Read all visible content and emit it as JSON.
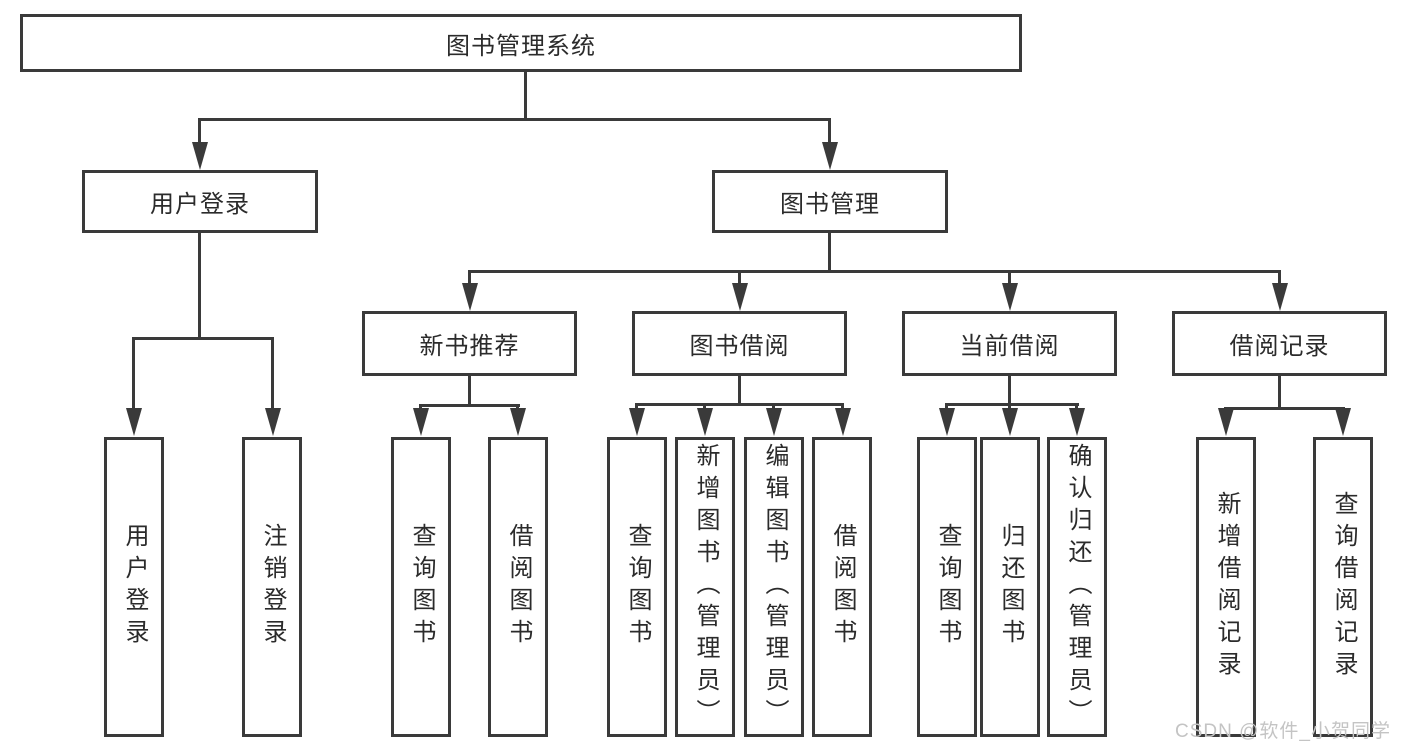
{
  "colors": {
    "line": "#3a3a3a",
    "text": "#2b2b2b",
    "watermark": "#c4c4c4",
    "canvas": "#ffffff"
  },
  "diagram": {
    "root": "图书管理系统",
    "level2": [
      "用户登录",
      "图书管理"
    ],
    "level3": [
      "新书推荐",
      "图书借阅",
      "当前借阅",
      "借阅记录"
    ],
    "leaves": {
      "user_login": [
        "用户登录",
        "注销登录"
      ],
      "new_book": [
        "查询图书",
        "借阅图书"
      ],
      "book_borrow": [
        "查询图书",
        "新增图书（管理员）",
        "编辑图书（管理员）",
        "借阅图书"
      ],
      "current_borrow": [
        "查询图书",
        "归还图书",
        "确认归还（管理员）"
      ],
      "borrow_records": [
        "新增借阅记录",
        "查询借阅记录"
      ]
    },
    "watermark": "CSDN @软件_小贺同学"
  }
}
